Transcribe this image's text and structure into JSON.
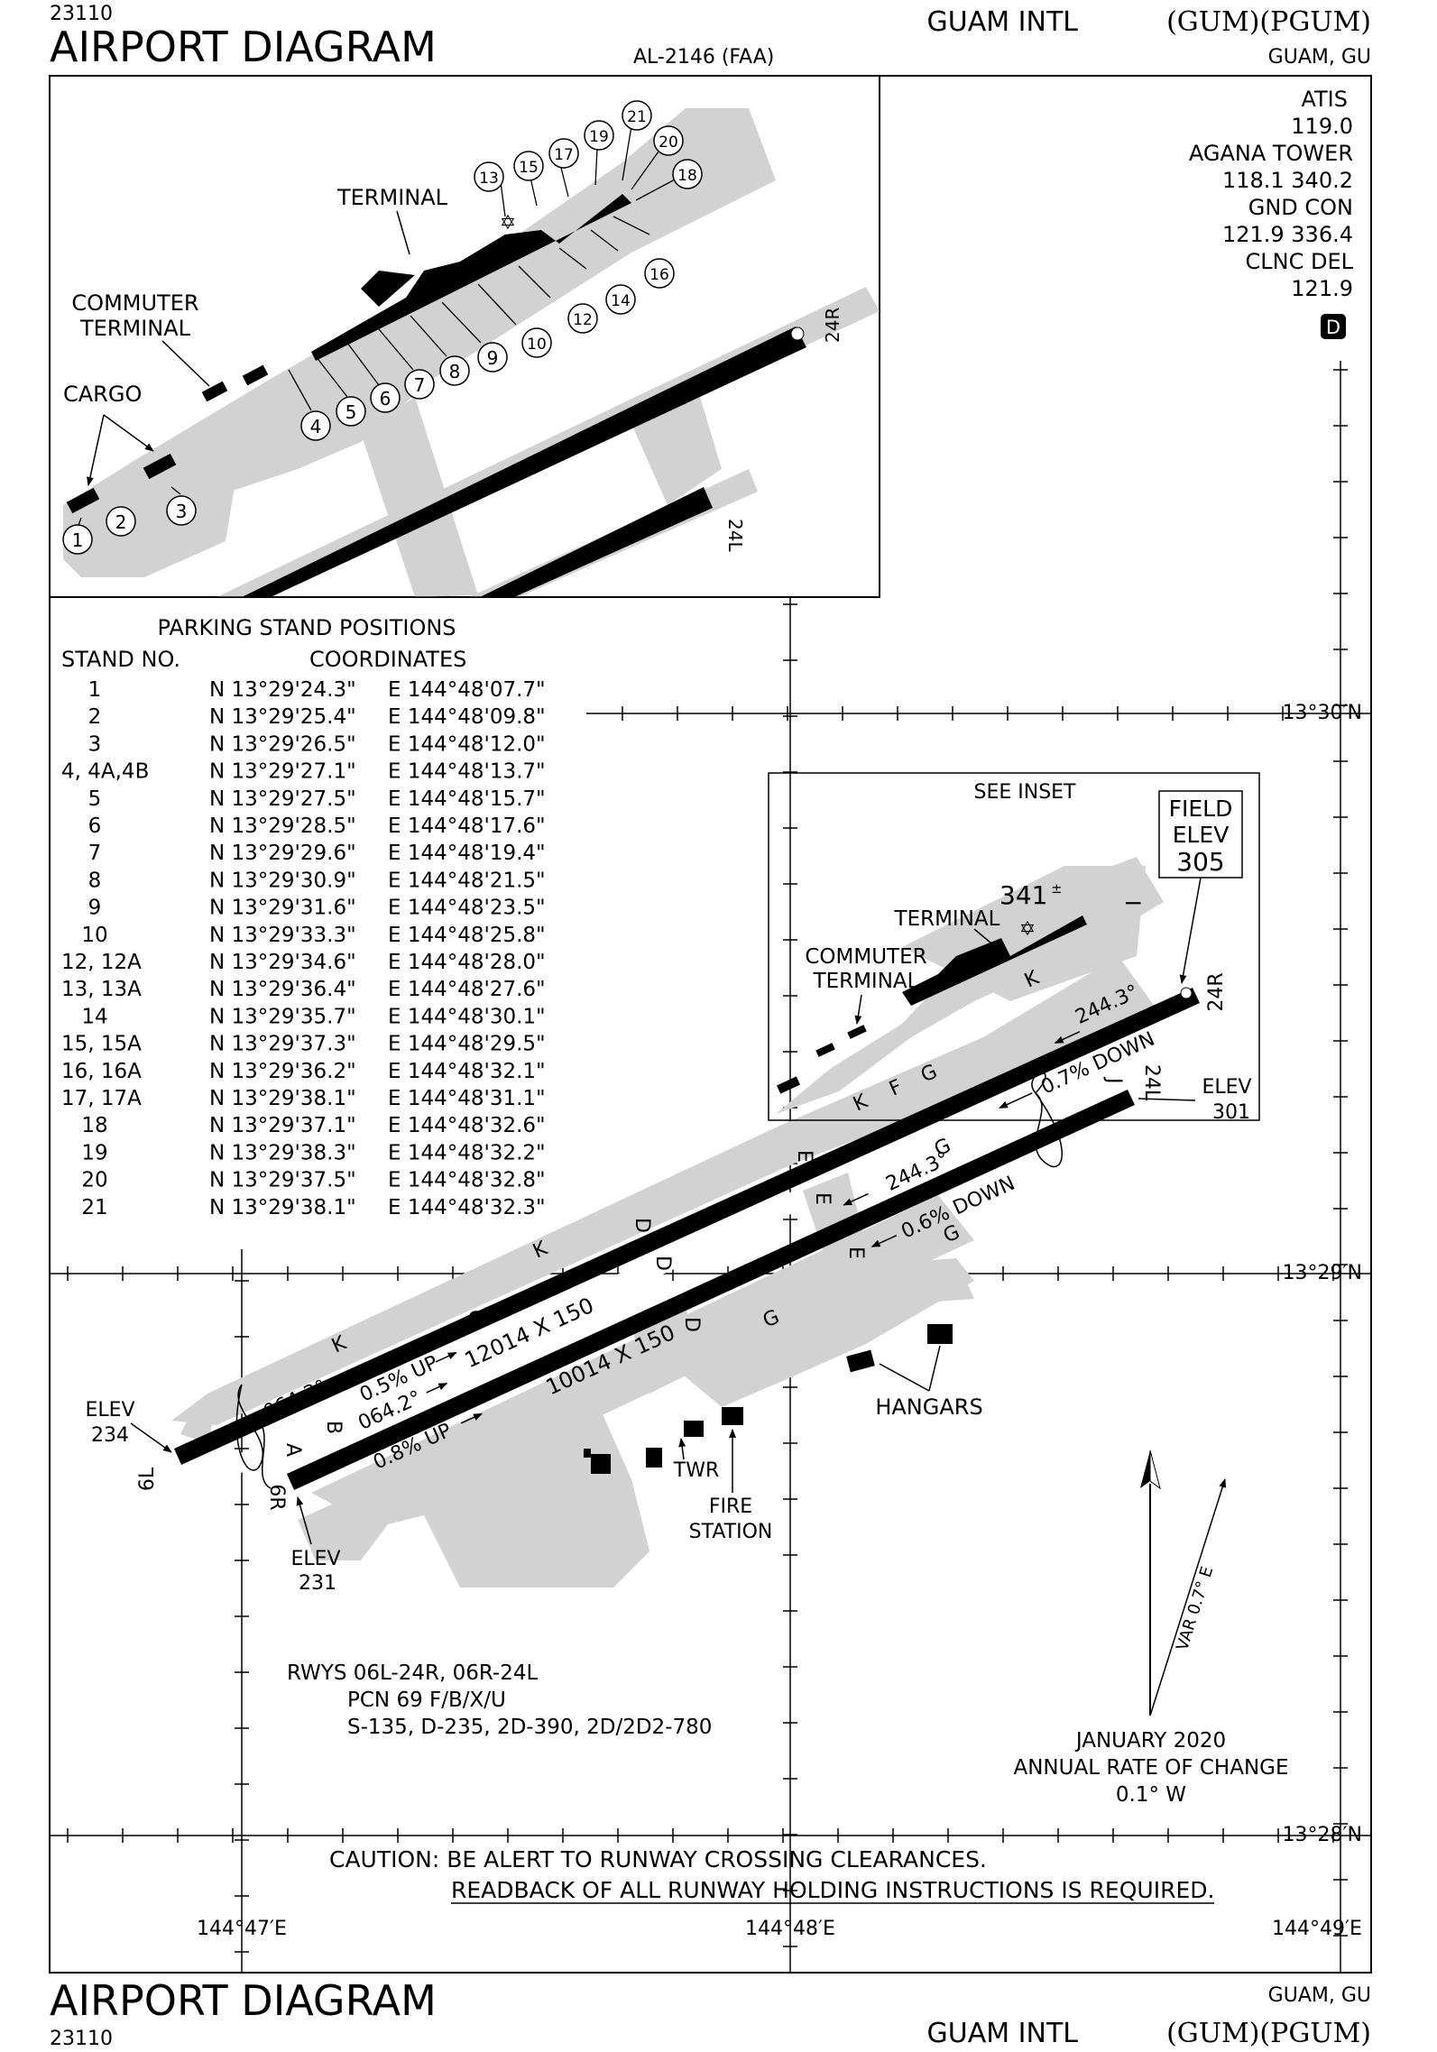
{
  "header": {
    "volume": "23110",
    "diagram_title": "AIRPORT DIAGRAM",
    "chart_id": "AL-2146 (FAA)",
    "airport_name": "GUAM INTL",
    "airport_codes": "(GUM)(PGUM)",
    "location": "GUAM, GU"
  },
  "comms": {
    "lines": [
      "ATIS",
      "119.0",
      "AGANA TOWER",
      "118.1  340.2",
      "GND CON",
      "121.9  336.4",
      "CLNC DEL",
      "121.9"
    ],
    "symbol": "D"
  },
  "inset": {
    "terminal_label": "TERMINAL",
    "commuter_label_1": "COMMUTER",
    "commuter_label_2": "TERMINAL",
    "cargo_label": "CARGO",
    "rwy_24r": "24R",
    "rwy_24l": "24L",
    "stands": [
      "1",
      "2",
      "3",
      "4",
      "5",
      "6",
      "7",
      "8",
      "9",
      "10",
      "12",
      "14",
      "16",
      "13",
      "15",
      "17",
      "19",
      "21",
      "20",
      "18"
    ]
  },
  "parking": {
    "title": "PARKING STAND POSITIONS",
    "col_stand": "STAND NO.",
    "col_coord": "COORDINATES",
    "rows": [
      [
        "1",
        "N 13°29'24.3\"",
        "E 144°48'07.7\""
      ],
      [
        "2",
        "N 13°29'25.4\"",
        "E 144°48'09.8\""
      ],
      [
        "3",
        "N 13°29'26.5\"",
        "E 144°48'12.0\""
      ],
      [
        "4, 4A,4B",
        "N 13°29'27.1\"",
        "E 144°48'13.7\""
      ],
      [
        "5",
        "N 13°29'27.5\"",
        "E 144°48'15.7\""
      ],
      [
        "6",
        "N 13°29'28.5\"",
        "E 144°48'17.6\""
      ],
      [
        "7",
        "N 13°29'29.6\"",
        "E 144°48'19.4\""
      ],
      [
        "8",
        "N 13°29'30.9\"",
        "E 144°48'21.5\""
      ],
      [
        "9",
        "N 13°29'31.6\"",
        "E 144°48'23.5\""
      ],
      [
        "10",
        "N 13°29'33.3\"",
        "E 144°48'25.8\""
      ],
      [
        "12, 12A",
        "N 13°29'34.6\"",
        "E 144°48'28.0\""
      ],
      [
        "13, 13A",
        "N 13°29'36.4\"",
        "E 144°48'27.6\""
      ],
      [
        "14",
        "N 13°29'35.7\"",
        "E 144°48'30.1\""
      ],
      [
        "15, 15A",
        "N 13°29'37.3\"",
        "E 144°48'29.5\""
      ],
      [
        "16, 16A",
        "N 13°29'36.2\"",
        "E 144°48'32.1\""
      ],
      [
        "17, 17A",
        "N 13°29'38.1\"",
        "E 144°48'31.1\""
      ],
      [
        "18",
        "N 13°29'37.1\"",
        "E 144°48'32.6\""
      ],
      [
        "19",
        "N 13°29'38.3\"",
        "E 144°48'32.2\""
      ],
      [
        "20",
        "N 13°29'37.5\"",
        "E 144°48'32.8\""
      ],
      [
        "21",
        "N 13°29'38.1\"",
        "E 144°48'32.3\""
      ]
    ]
  },
  "main": {
    "see_inset": "SEE INSET",
    "field_elev_1": "FIELD",
    "field_elev_2": "ELEV",
    "field_elev_value": "305",
    "high_point": "341",
    "high_point_mark": "±",
    "terminal": "TERMINAL",
    "commuter_1": "COMMUTER",
    "commuter_2": "TERMINAL",
    "rwy_06l": "6L",
    "rwy_06r": "6R",
    "rwy_24r": "24R",
    "rwy_24l": "24L",
    "heading_244_r": "244.3°",
    "heading_244_l": "244.3°",
    "heading_064_l": "064.3°",
    "heading_064_r": "064.2°",
    "grad_down_07": "0.7% DOWN",
    "grad_down_06": "0.6% DOWN",
    "grad_up_05": "0.5% UP",
    "grad_up_08": "0.8% UP",
    "dims_06l": "12014 X 150",
    "dims_06r": "10014 X 150",
    "elev_301_label": "ELEV",
    "elev_301_value": "301",
    "elev_234_label": "ELEV",
    "elev_234_value": "234",
    "elev_231_label": "ELEV",
    "elev_231_value": "231",
    "hangars": "HANGARS",
    "twr": "TWR",
    "fire_1": "FIRE",
    "fire_2": "STATION",
    "twy": [
      "K",
      "F",
      "G",
      "J",
      "I",
      "K",
      "E",
      "E",
      "G",
      "E",
      "G",
      "D",
      "D",
      "D",
      "G",
      "K",
      "C",
      "K",
      "B",
      "A"
    ],
    "lat_1330": "13°30′N",
    "lat_1329": "13°29′N",
    "lat_1328": "13°28′N",
    "lon_14447": "144°47′E",
    "lon_14448": "144°48′E",
    "lon_14449": "144°49′E",
    "rwy_info": [
      "RWYS 06L-24R, 06R-24L",
      "PCN 69 F/B/X/U",
      "S-135, D-235, 2D-390, 2D/2D2-780"
    ],
    "var_label": "VAR 0.7° E",
    "mag_1": "JANUARY 2020",
    "mag_2": "ANNUAL RATE OF CHANGE",
    "mag_3": "0.1° W",
    "caution_1": "CAUTION: BE ALERT TO RUNWAY CROSSING CLEARANCES.",
    "caution_2": "READBACK OF ALL RUNWAY HOLDING INSTRUCTIONS IS REQUIRED."
  }
}
